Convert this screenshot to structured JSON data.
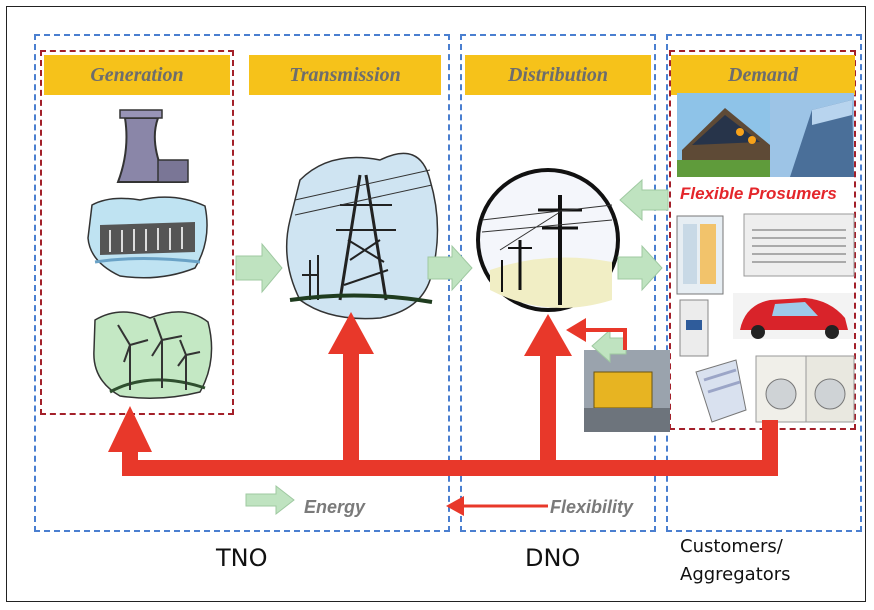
{
  "stages": {
    "generation": "Generation",
    "transmission": "Transmission",
    "distribution": "Distribution",
    "demand": "Demand"
  },
  "demand": {
    "flexible_label": "Flexible Prosumers"
  },
  "flows": {
    "energy": "Energy",
    "flexibility": "Flexibility"
  },
  "operators": {
    "tno": "TNO",
    "dno": "DNO",
    "customers_line1": "Customers/",
    "customers_line2": "Aggregators"
  },
  "colors": {
    "banner": "#f6c21a",
    "operator_border": "#4a7fd0",
    "group_border": "#a3202a",
    "flexibility_arrow": "#e8382a",
    "energy_arrow": "#bfe3c0"
  }
}
